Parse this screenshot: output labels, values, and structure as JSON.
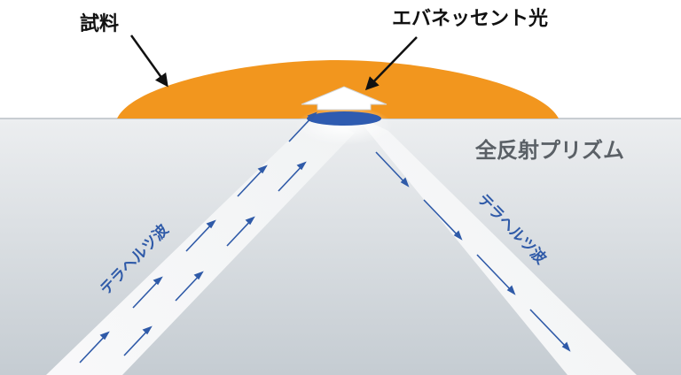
{
  "labels": {
    "sample": "試料",
    "evanescent": "エバネッセント光",
    "prism": "全反射プリズム",
    "thz_in": "テラヘルツ波",
    "thz_out": "テラヘルツ波"
  },
  "colors": {
    "sample": "#f2961e",
    "prism_top": "#e8ebed",
    "prism_bottom": "#c9cfd4",
    "beam": "#f6f7f8",
    "arrow": "#2f5aa8",
    "evanescent_spot": "#2e5bb0",
    "text_dark": "#111111",
    "text_prism": "#5a6066"
  },
  "icons": [
    "evanescent-up-arrow-icon",
    "pointer-arrow-icon",
    "direction-arrow-icon"
  ]
}
